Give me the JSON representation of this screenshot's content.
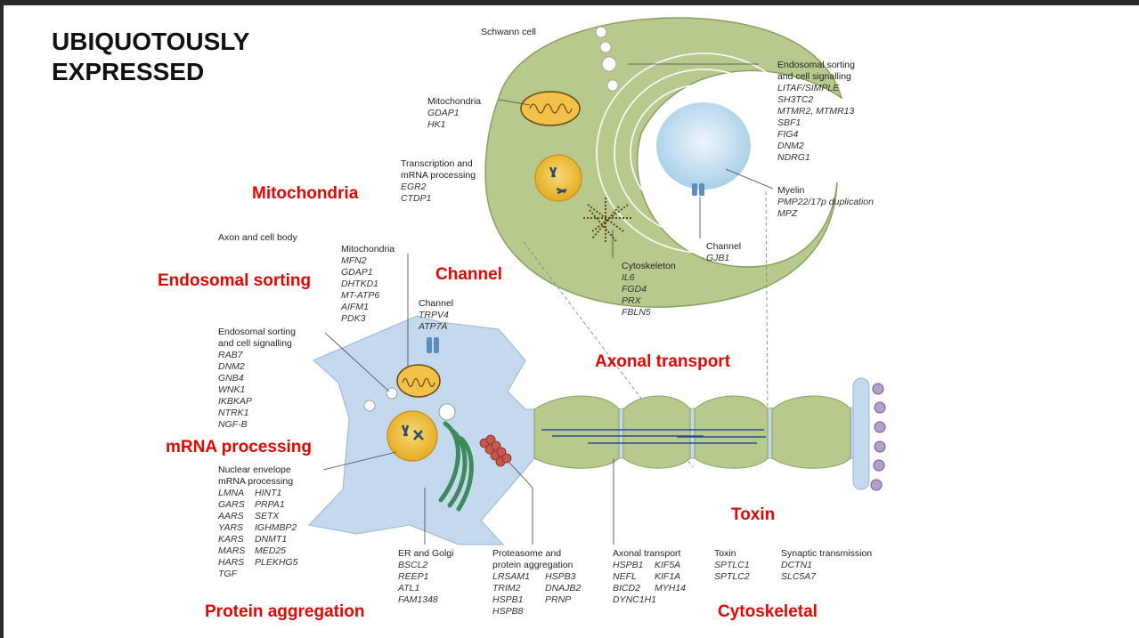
{
  "slide": {
    "title_line1": "UBIQUOTOUSLY",
    "title_line2": "EXPRESSED",
    "categories": {
      "mitochondria": "Mitochondria",
      "endosomal": "Endosomal sorting",
      "channel": "Channel",
      "axonal_transport": "Axonal transport",
      "mrna": "mRNA processing",
      "toxin": "Toxin",
      "protein_aggregation": "Protein aggregation",
      "cytoskeletal": "Cytoskeletal"
    }
  },
  "figure": {
    "schwann": {
      "title": "Schwann cell",
      "endosomal": {
        "heading": [
          "Endosomal sorting",
          "and cell signalling"
        ],
        "genes": [
          "LITAF/SIMPLE",
          "SH3TC2",
          "MTMR2, MTMR13",
          "SBF1",
          "FIG4",
          "DNM2",
          "NDRG1"
        ]
      },
      "mitochondria": {
        "heading": [
          "Mitochondria"
        ],
        "genes": [
          "GDAP1",
          "HK1"
        ]
      },
      "transcription": {
        "heading": [
          "Transcription and",
          "mRNA processing"
        ],
        "genes": [
          "EGR2",
          "CTDP1"
        ]
      },
      "myelin": {
        "heading": [
          "Myelin"
        ],
        "genes": [
          "PMP22/17p duplication",
          "MPZ"
        ]
      },
      "channel": {
        "heading": [
          "Channel"
        ],
        "genes": [
          "GJB1"
        ]
      },
      "cytoskeleton": {
        "heading": [
          "Cytoskeleton"
        ],
        "genes": [
          "IL6",
          "FGD4",
          "PRX",
          "FBLN5"
        ]
      }
    },
    "neuron": {
      "title": "Axon and cell body",
      "mitochondria": {
        "heading": [
          "Mitochondria"
        ],
        "genes": [
          "MFN2",
          "GDAP1",
          "DHTKD1",
          "MT-ATP6",
          "AIFM1",
          "PDK3"
        ]
      },
      "channel": {
        "heading": [
          "Channel"
        ],
        "genes": [
          "TRPV4",
          "ATP7A"
        ]
      },
      "endosomal": {
        "heading": [
          "Endosomal sorting",
          "and cell signalling"
        ],
        "genes": [
          "RAB7",
          "DNM2",
          "GNB4",
          "WNK1",
          "IKBKAP",
          "NTRK1",
          "NGF-B"
        ]
      },
      "nuclear": {
        "heading": [
          "Nuclear envelope",
          "mRNA processing"
        ],
        "genes_col1": [
          "LMNA",
          "GARS",
          "AARS",
          "YARS",
          "KARS",
          "MARS",
          "HARS",
          "TGF"
        ],
        "genes_col2": [
          "HINT1",
          "PRPA1",
          "SETX",
          "IGHMBP2",
          "DNMT1",
          "MED25",
          "PLEKHG5"
        ]
      },
      "er": {
        "heading": [
          "ER and Golgi"
        ],
        "genes": [
          "BSCL2",
          "REEP1",
          "ATL1",
          "FAM1348"
        ]
      },
      "proteasome": {
        "heading": [
          "Proteasome and",
          "protein aggregation"
        ],
        "genes_col1": [
          "LRSAM1",
          "TRIM2",
          "HSPB1",
          "HSPB8"
        ],
        "genes_col2": [
          "HSPB3",
          "DNAJB2",
          "PRNP"
        ]
      },
      "axonal": {
        "heading": [
          "Axonal transport"
        ],
        "genes_col1": [
          "HSPB1",
          "NEFL",
          "BICD2",
          "DYNC1H1"
        ],
        "genes_col2": [
          "KIF5A",
          "KIF1A",
          "MYH14"
        ]
      },
      "toxin": {
        "heading": [
          "Toxin"
        ],
        "genes": [
          "SPTLC1",
          "SPTLC2"
        ]
      },
      "synaptic": {
        "heading": [
          "Synaptic transmission"
        ],
        "genes": [
          "DCTN1",
          "SLC5A7"
        ]
      }
    }
  },
  "colors": {
    "accent_red": "#e10600",
    "schwann_fill": "#b7c98d",
    "neuron_fill": "#c4d8ee",
    "mito_fill": "#f1c14a"
  }
}
